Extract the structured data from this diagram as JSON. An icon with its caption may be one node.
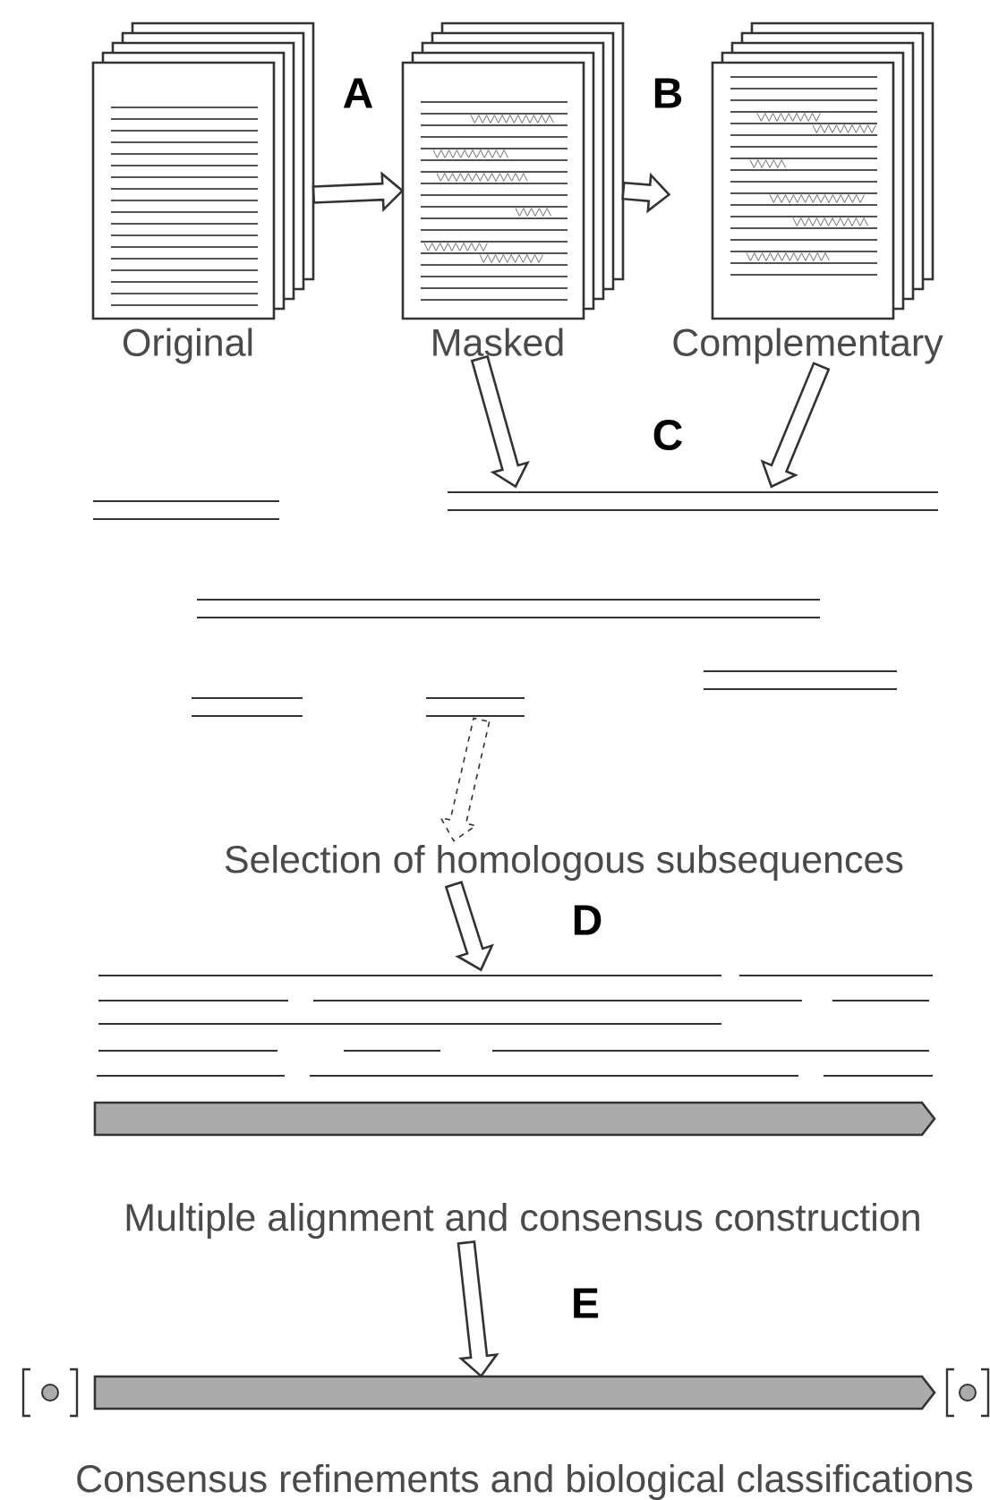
{
  "diagram": {
    "nodes": [
      {
        "text": [
          "Original"
        ]
      },
      {
        "text": [
          "Masked"
        ]
      },
      {
        "text": [
          "Complementary"
        ]
      },
      {
        "text": [],
        "shape": "picture"
      },
      {
        "text": [
          "Selection of homologous subsequences"
        ]
      },
      {
        "text": [],
        "shape": "picture"
      },
      {
        "text": [
          "Multiple alignment and consensus construction"
        ]
      },
      {
        "text": [],
        "shape": "bar"
      },
      {
        "text": [
          "Consensus refinements and biological classifications"
        ]
      }
    ],
    "edges": [
      {
        "from": 0,
        "to": 1,
        "arrow": "to",
        "label": "A"
      },
      {
        "from": 1,
        "to": 2,
        "arrow": "to",
        "label": "B"
      },
      {
        "from": 1,
        "to": 3,
        "arrow": "to"
      },
      {
        "from": 2,
        "to": 3,
        "arrow": "to"
      },
      {
        "from": 3,
        "to": 4,
        "arrow": "to",
        "style": "dashed"
      },
      {
        "from": 4,
        "to": 5,
        "arrow": "to",
        "label": "D"
      },
      {
        "from": 6,
        "to": 7,
        "arrow": "to",
        "label": "E"
      }
    ],
    "labels": [
      "C"
    ]
  }
}
